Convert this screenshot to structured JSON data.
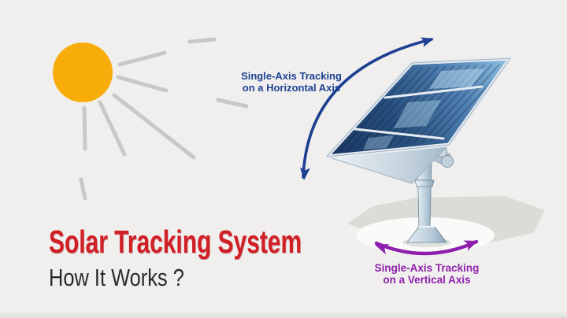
{
  "theme": {
    "bg": "#f0efed",
    "sun": "#f7ac09",
    "ray": "#c9c8c6",
    "shadow": "#dbdbd8",
    "ground-white": "#fafaf8",
    "panel-frame": "#e6ecf1",
    "panel-edge": "#9fb0bf",
    "panel-dark": "#1a3560",
    "panel-mid": "#3f6ea3",
    "panel-light": "#8fc2e2",
    "pole-light": "#eef4f8",
    "pole-mid": "#c3d5e1",
    "pole-dark": "#8ba4b7",
    "arrow-blue": "#1d3f92",
    "arrow-purple": "#8e1fae",
    "title-red": "#d11f26",
    "subtitle-dark": "#2a2a2a",
    "label-blue": "#1e4094",
    "label-purple": "#8e1fae"
  },
  "title": {
    "text": "Solar Tracking System"
  },
  "subtitle": {
    "text": "How It Works ?"
  },
  "annotations": {
    "horizontal": {
      "line1": "Single-Axis Tracking",
      "line2": "on a Horizontal Axis"
    },
    "vertical": {
      "line1": "Single-Axis Tracking",
      "line2": "on a Vertical Axis"
    }
  }
}
